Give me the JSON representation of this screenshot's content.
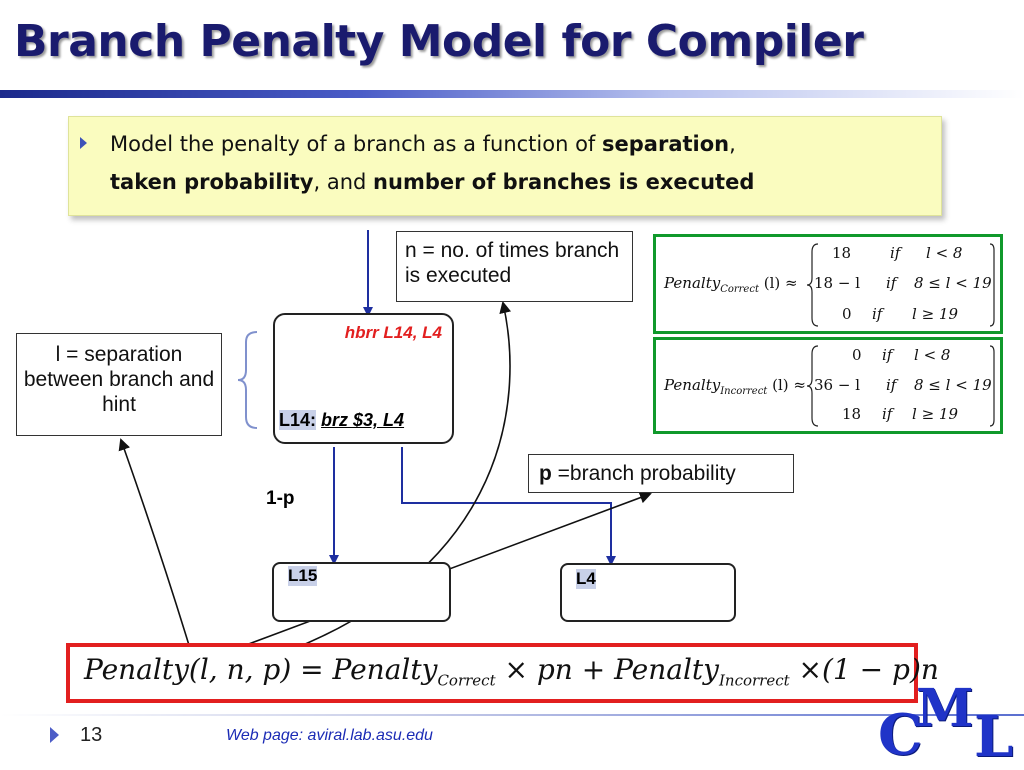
{
  "slide": {
    "title": "Branch Penalty Model for Compiler",
    "bullet": {
      "text1": "Model the penalty of a branch as a function of ",
      "bold1": "separation",
      "text2": ",",
      "bold2": "taken probability",
      "text3": ", and ",
      "bold3": "number of branches is executed"
    },
    "notes": {
      "n_note": "n = no. of times branch is executed",
      "l_note": "l = separation between branch and hint",
      "p_bold": "p",
      "p_rest": " =branch probability"
    },
    "code_block": {
      "hint": "hbrr L14, L4",
      "label": "L14:",
      "instr": "brz  $3,  L4"
    },
    "edge_label": "1-p",
    "targets": {
      "left": "L15",
      "right": "L4"
    },
    "formula_correct": {
      "lhs_name": "Penalty",
      "lhs_sub": "Correct",
      "lhs_arg": "(l) ≈",
      "cases": [
        {
          "value": "18",
          "cond": "l < 8"
        },
        {
          "value": "18 − l",
          "cond": "8 ≤ l < 19"
        },
        {
          "value": "0",
          "cond": "l ≥ 19"
        }
      ],
      "if_word": "if"
    },
    "formula_incorrect": {
      "lhs_name": "Penalty",
      "lhs_sub": "Incorrect",
      "lhs_arg": "(l) ≈",
      "cases": [
        {
          "value": "0",
          "cond": "l < 8"
        },
        {
          "value": "36 − l",
          "cond": "8 ≤ l < 19"
        },
        {
          "value": "18",
          "cond": "l ≥ 19"
        }
      ],
      "if_word": "if"
    },
    "main_formula": {
      "part1": "Penalty(l, n, p) = Penalty",
      "sub1": "Correct",
      "part2": " × pn + Penalty",
      "sub2": "Incorrect",
      "part3": " ×(1 − p)n"
    },
    "footer": {
      "page_number": "13",
      "web": "Web page:  aviral.lab.asu.edu"
    },
    "logo": {
      "c": "C",
      "m": "M",
      "l": "L"
    },
    "colors": {
      "title": "#1a1b6e",
      "bullet_bg": "#fafcbf",
      "arrow_blue": "#1e2fa0",
      "formula_border": "#10992b",
      "main_border": "#e21f1f",
      "hint_red": "#e21f1f",
      "logo_blue": "#2034c8"
    }
  }
}
